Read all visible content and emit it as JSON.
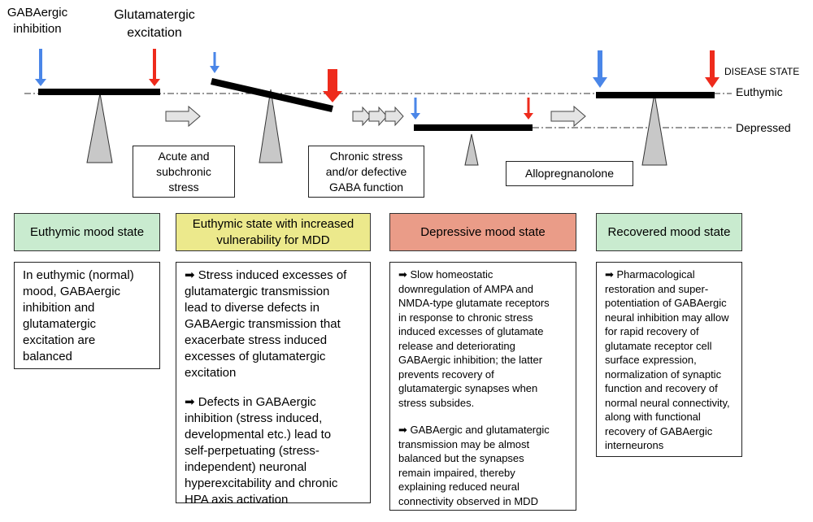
{
  "labels": {
    "gaba": [
      "GABAergic",
      "inhibition"
    ],
    "glut": [
      "Glutamatergic",
      "excitation"
    ],
    "disease_state": "DISEASE STATE",
    "euthymic": "Euthymic",
    "depressed": "Depressed"
  },
  "transitions": {
    "t1": [
      "Acute and",
      "subchronic",
      "stress"
    ],
    "t2": [
      "Chronic stress",
      "and/or defective",
      "GABA function"
    ],
    "t3": "Allopregnanolone"
  },
  "states": [
    {
      "title": [
        "Euthymic mood state"
      ],
      "color": "#c9ebcf"
    },
    {
      "title": [
        "Euthymic state with increased",
        "vulnerability for MDD"
      ],
      "color": "#ece98c"
    },
    {
      "title": [
        "Depressive mood state"
      ],
      "color": "#ea9c88"
    },
    {
      "title": [
        "Recovered mood state"
      ],
      "color": "#c9ebcf"
    }
  ],
  "descriptions": {
    "d1": [
      "In euthymic (normal)",
      "mood, GABAergic",
      "inhibition and",
      "glutamatergic",
      "excitation are",
      "balanced"
    ],
    "d2a": [
      "➡ Stress induced excesses of",
      "glutamatergic transmission",
      "lead to diverse defects in",
      "GABAergic transmission that",
      "exacerbate stress induced",
      "excesses of glutamatergic",
      "excitation"
    ],
    "d2b": [
      "➡ Defects in GABAergic",
      "inhibition (stress induced,",
      "developmental etc.)  lead to",
      "self-perpetuating (stress-",
      "independent) neuronal",
      "hyperexcitability and chronic",
      "HPA axis activation"
    ],
    "d3a": [
      "➡ Slow homeostatic",
      "downregulation of AMPA and",
      "NMDA-type glutamate receptors",
      "in response to chronic stress",
      "induced excesses of glutamate",
      "release and deteriorating",
      "GABAergic inhibition; the latter",
      "prevents recovery of",
      "glutamatergic synapses when",
      "stress subsides."
    ],
    "d3b": [
      "➡ GABAergic and glutamatergic",
      "transmission may be almost",
      "balanced but the synapses",
      "remain impaired, thereby",
      "explaining reduced neural",
      "connectivity observed in MDD"
    ],
    "d4": [
      "➡ Pharmacological",
      "restoration and super-",
      "potentiation of GABAergic",
      "neural inhibition may allow",
      "for rapid recovery of",
      "glutamate receptor cell",
      "surface expression,",
      "normalization of synaptic",
      "function and recovery of",
      "normal neural connectivity,",
      "along with functional",
      "recovery of GABAergic",
      "interneurons"
    ]
  },
  "colors": {
    "gaba_arrow": "#4a86e8",
    "glut_arrow": "#ee2b1c",
    "beam": "#000000",
    "fulcrum": "#c8c8c8",
    "block_arrow": "#e4e4e4"
  },
  "icons": [
    "down-arrow-icon",
    "right-block-arrow-icon",
    "fulcrum-triangle-icon"
  ]
}
